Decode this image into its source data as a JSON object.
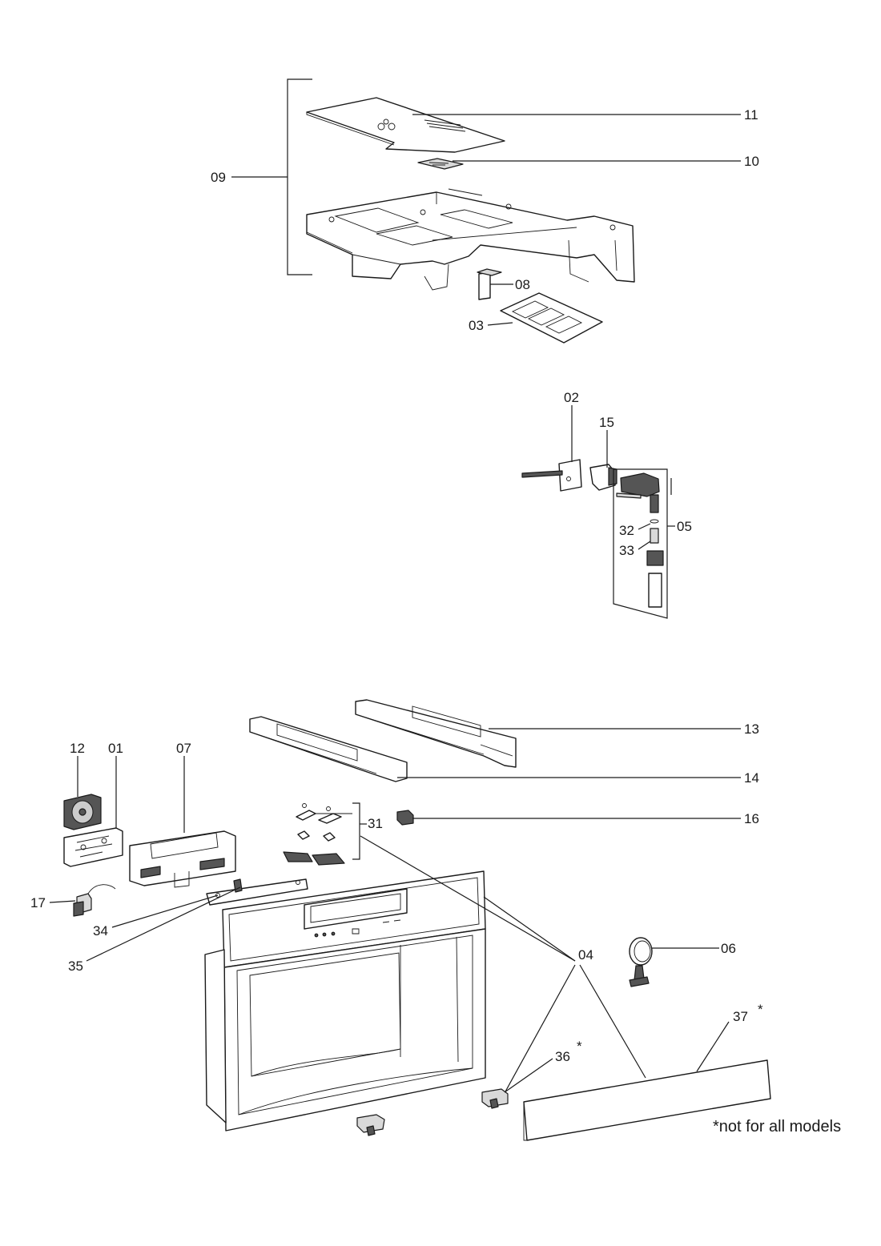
{
  "callouts": {
    "c09": "09",
    "c11": "11",
    "c10": "10",
    "c08": "08",
    "c03": "03",
    "c02": "02",
    "c15": "15",
    "c05": "05",
    "c32": "32",
    "c33": "33",
    "c12": "12",
    "c01": "01",
    "c07": "07",
    "c13": "13",
    "c14": "14",
    "c16": "16",
    "c31": "31",
    "c17": "17",
    "c34": "34",
    "c35": "35",
    "c04": "04",
    "c06": "06",
    "c36": "36",
    "c37": "37"
  },
  "asterisk": "*",
  "footnote": "*not for all models"
}
